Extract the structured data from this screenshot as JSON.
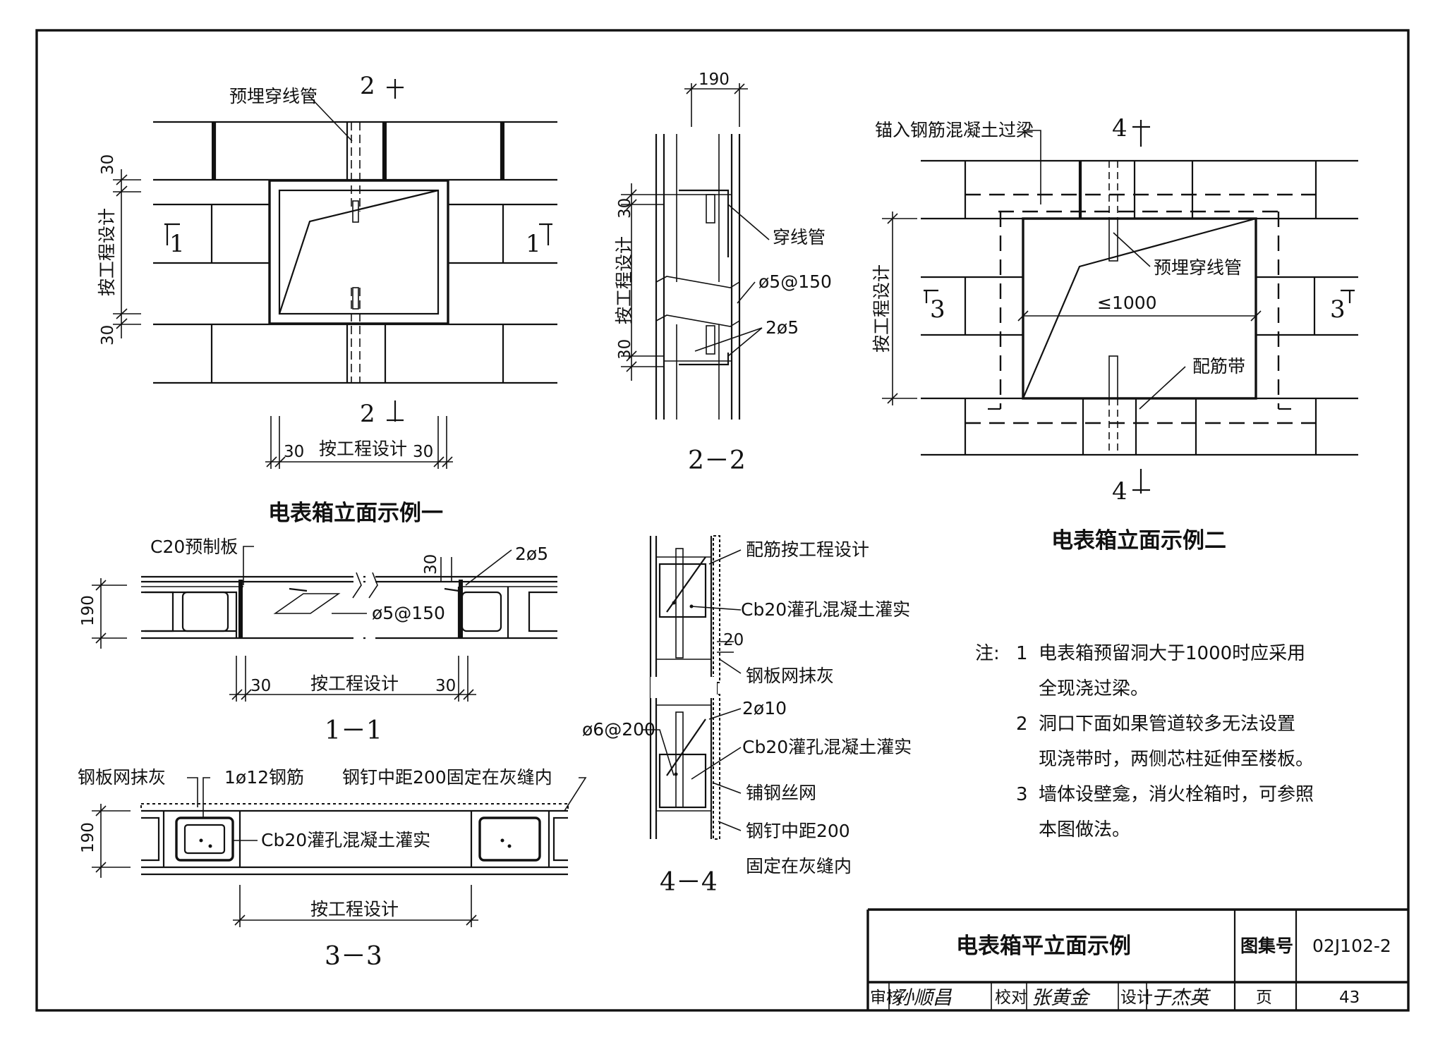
{
  "sheet": {
    "title": "电表箱平立面示例",
    "atlas_label": "图集号",
    "atlas_no": "02J102-2",
    "page_label": "页",
    "page_no": "43",
    "review_label": "审核",
    "reviewer_sig": "孙顺昌",
    "check_label": "校对",
    "checker_sig": "张黄金",
    "design_label": "设计",
    "designer_sig": "于杰英"
  },
  "example1": {
    "caption": "电表箱立面示例一",
    "pipe_label": "预埋穿线管",
    "sec2_top": "2",
    "sec2_bottom": "2",
    "sec1_left": "1",
    "sec1_right": "1",
    "dim_top": "30",
    "dim_bottom": "30",
    "dim_height": "按工程设计",
    "dim_w_left": "30",
    "dim_w_mid": "按工程设计",
    "dim_w_right": "30"
  },
  "section22": {
    "caption": "2－2",
    "dim_width": "190",
    "dim_top": "30",
    "dim_height": "按工程设计",
    "dim_bottom": "30",
    "label_pipe": "穿线管",
    "label_rebar": "ø5@150",
    "label_bars": "2ø5"
  },
  "example2": {
    "caption": "电表箱立面示例二",
    "lintel_label": "锚入钢筋混凝土过梁",
    "pipe_label": "预埋穿线管",
    "band_label": "配筋带",
    "span_label": "≤1000",
    "dim_height": "按工程设计",
    "sec4_top": "4",
    "sec4_bottom": "4",
    "sec3_left": "3",
    "sec3_right": "3"
  },
  "section11": {
    "caption": "1－1",
    "label_slab": "C20预制板",
    "label_bars": "2ø5",
    "label_rebar": "ø5@150",
    "dim_thk": "30",
    "dim_h": "190",
    "dim_w_left": "30",
    "dim_w_mid": "按工程设计",
    "dim_w_right": "30"
  },
  "section33": {
    "caption": "3－3",
    "label_mesh": "钢板网抹灰",
    "label_bar": "1ø12钢筋",
    "label_nail": "钢钉中距200固定在灰缝内",
    "label_grout": "Cb20灌孔混凝土灌实",
    "dim_h": "190",
    "dim_w": "按工程设计"
  },
  "section44": {
    "caption": "4－4",
    "label_rebar_design": "配筋按工程设计",
    "label_grout1": "Cb20灌孔混凝土灌实",
    "dim_20": "20",
    "label_mesh": "钢板网抹灰",
    "label_bars": "2ø10",
    "label_stirrup": "ø6@200",
    "label_grout2": "Cb20灌孔混凝土灌实",
    "label_wire": "铺钢丝网",
    "label_nail1": "钢钉中距200",
    "label_nail2": "固定在灰缝内"
  },
  "notes": {
    "head": "注:",
    "n1_num": "1",
    "n1_a": "电表箱预留洞大于1000时应采用",
    "n1_b": "全现浇过梁。",
    "n2_num": "2",
    "n2_a": "洞口下面如果管道较多无法设置",
    "n2_b": "现浇带时，两侧芯柱延伸至楼板。",
    "n3_num": "3",
    "n3_a": "墙体设壁龛，消火栓箱时，可参照",
    "n3_b": "本图做法。"
  }
}
